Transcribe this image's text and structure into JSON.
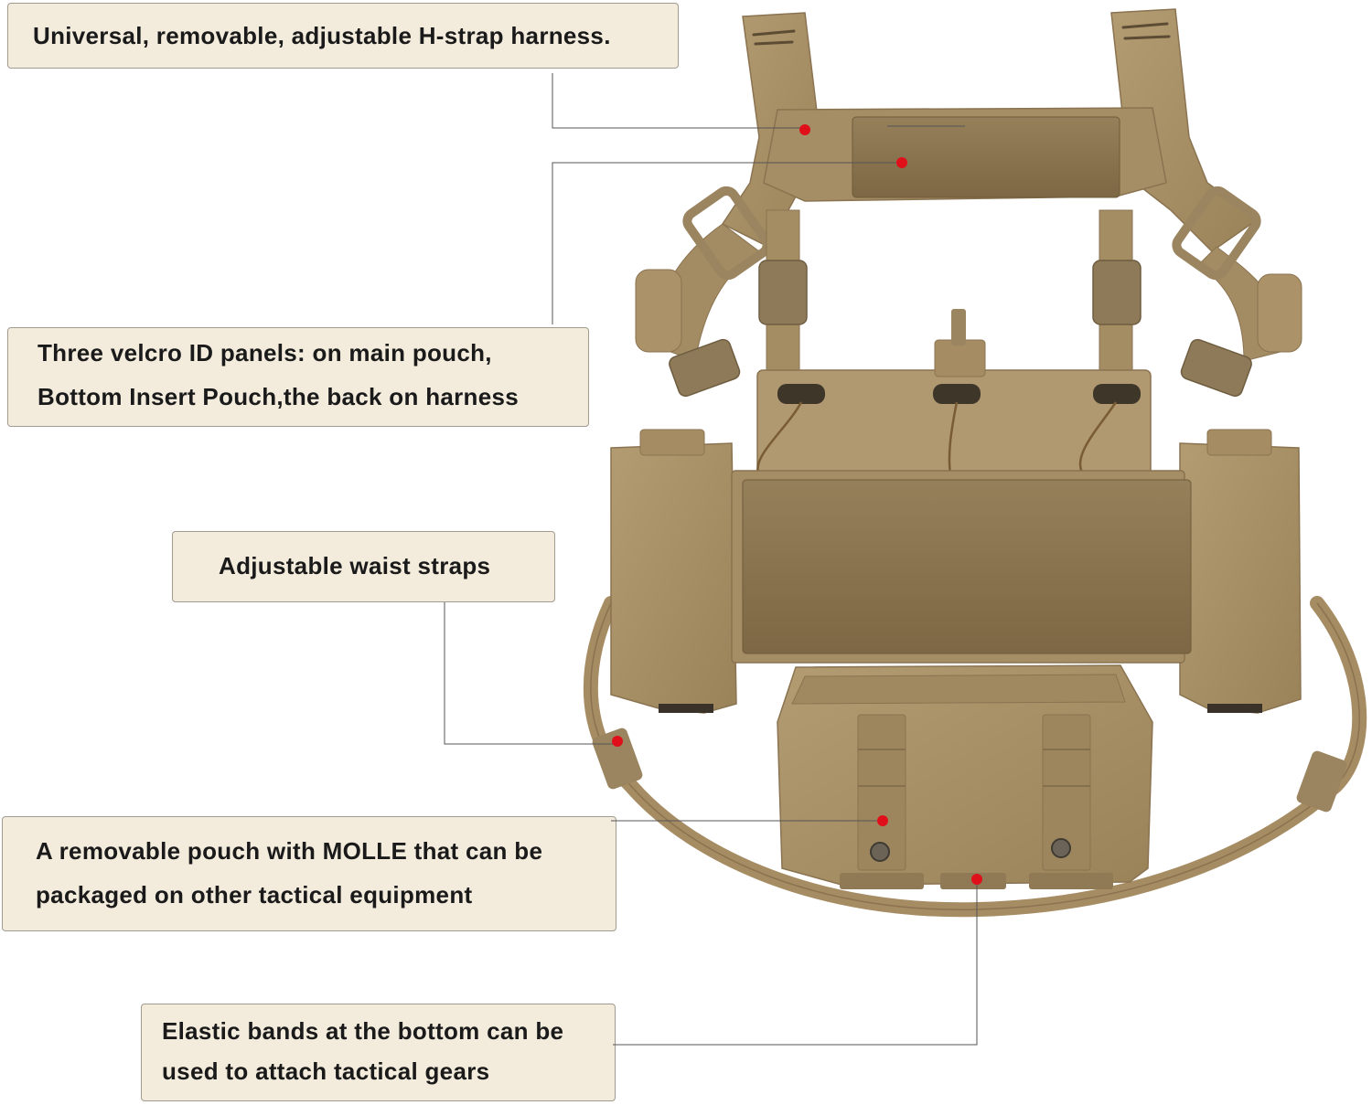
{
  "annotations": {
    "harness": {
      "text": "Universal, removable, adjustable H-strap harness."
    },
    "id_panels": {
      "line1": "Three velcro ID panels: on main pouch,",
      "line2": "Bottom Insert Pouch,the back on harness"
    },
    "waist": {
      "text": "Adjustable waist straps"
    },
    "pouch": {
      "line1": "A removable pouch with MOLLE that can be",
      "line2": "packaged on other tactical equipment"
    },
    "elastic": {
      "line1": "Elastic bands at the bottom can be",
      "line2": "used to attach tactical gears"
    }
  },
  "colors": {
    "label_bg": "#f3ecdd",
    "label_border": "#a09a8f",
    "marker": "#e0101a",
    "khaki": "#a68c63",
    "khaki_dark": "#8a7350",
    "velcro": "#8c744d"
  },
  "product": {
    "icon": "chest-rig-harness-illustration"
  }
}
